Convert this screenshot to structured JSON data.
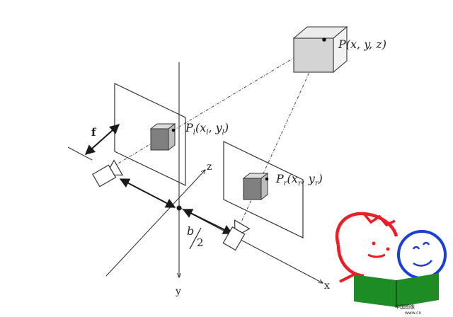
{
  "labels": {
    "p": "P(x, y, z)",
    "pl_main": "P",
    "pl_sub": "l",
    "pl_coord": "(x",
    "pl_coord_sub": "l",
    "pl_coord_mid": ", y",
    "pl_coord_sub2": "l",
    "pl_coord_end": ")",
    "pr_main": "P",
    "pr_sub": "r",
    "pr_coord": "(x",
    "pr_coord_sub": "r",
    "pr_coord_mid": ", y",
    "pr_coord_sub2": "r",
    "pr_coord_end": ")",
    "f": "f",
    "z": "z",
    "y": "y",
    "x": "x",
    "b": "b",
    "two": "2"
  },
  "watermark": {
    "line1": "中国图像",
    "line2": "www.cn"
  },
  "colors": {
    "line": "#2a2a2a",
    "cube_face": "#d4d4d4",
    "cube_dark": "#808080",
    "red": "#ee1c24",
    "blue": "#1a3fd6",
    "green": "#1e8c24"
  }
}
